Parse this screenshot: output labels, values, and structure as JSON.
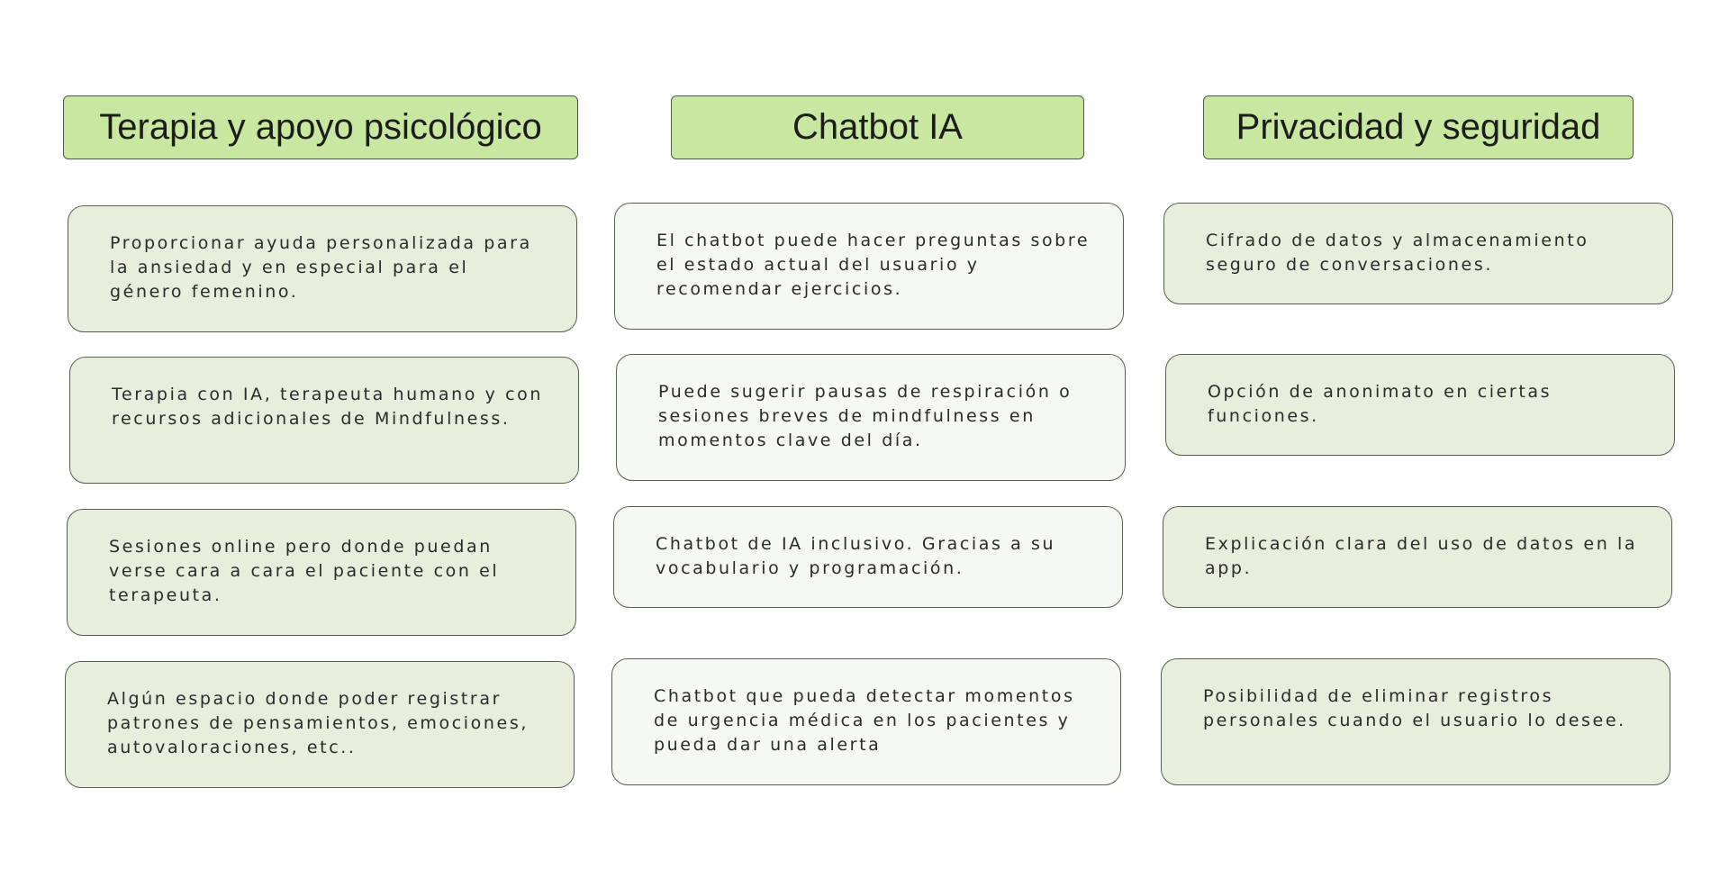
{
  "columns": [
    {
      "title": "Terapia y apoyo psicológico",
      "items": [
        "Proporcionar ayuda personalizada para la ansiedad y en especial para el género femenino.",
        "Terapia con IA, terapeuta humano y con recursos adicionales de Mindfulness.",
        "Sesiones online pero donde puedan verse cara a cara el paciente con el terapeuta.",
        "Algún espacio donde poder registrar patrones de pensamientos, emociones, autovaloraciones, etc.."
      ]
    },
    {
      "title": "Chatbot IA",
      "items": [
        "El chatbot puede hacer preguntas sobre el estado actual del usuario y recomendar ejercicios.",
        "Puede sugerir pausas de respiración o sesiones breves de mindfulness en momentos clave del día.",
        "Chatbot de IA inclusivo. Gracias a su vocabulario y programación.",
        "Chatbot que pueda detectar momentos de urgencia médica en los pacientes y pueda dar una alerta"
      ]
    },
    {
      "title": "Privacidad y seguridad",
      "items": [
        "Cifrado de datos y almacenamiento seguro de conversaciones.",
        "Opción de anonimato en ciertas funciones.",
        "Explicación clara del uso de datos en la app.",
        "Posibilidad de eliminar registros personales cuando el usuario lo desee."
      ]
    }
  ],
  "colors": {
    "header_fill": "#c8e8a2",
    "card_fill_green": "#e7efdc",
    "card_fill_light": "#f6f8f3",
    "border": "#4a5a44"
  }
}
